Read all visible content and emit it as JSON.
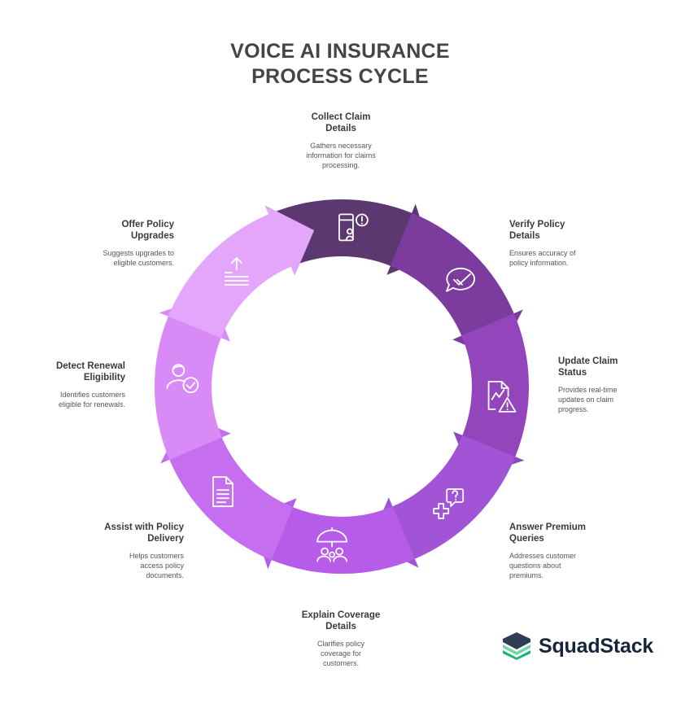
{
  "title": {
    "line1": "VOICE AI INSURANCE",
    "line2": "PROCESS CYCLE"
  },
  "steps": [
    {
      "title_line1": "Collect Claim",
      "title_line2": "Details",
      "desc": [
        "Gathers necessary",
        "information for claims",
        "processing."
      ],
      "icon": "mobile-alert-icon",
      "color": "#5b3970"
    },
    {
      "title_line1": "Verify Policy",
      "title_line2": "Details",
      "desc": [
        "Ensures accuracy of",
        "policy information."
      ],
      "icon": "check-bubble-icon",
      "color": "#7c3c9e"
    },
    {
      "title_line1": "Update Claim",
      "title_line2": "Status",
      "desc": [
        "Provides real-time",
        "updates on claim",
        "progress."
      ],
      "icon": "document-warning-icon",
      "color": "#9346bc"
    },
    {
      "title_line1": "Answer Premium",
      "title_line2": "Queries",
      "desc": [
        "Addresses customer",
        "questions about",
        "premiums."
      ],
      "icon": "medical-question-icon",
      "color": "#a254d6"
    },
    {
      "title_line1": "Explain Coverage",
      "title_line2": "Details",
      "desc": [
        "Clarifies policy",
        "coverage for",
        "customers."
      ],
      "icon": "umbrella-family-icon",
      "color": "#b75ce8"
    },
    {
      "title_line1": "Assist with Policy",
      "title_line2": "Delivery",
      "desc": [
        "Helps customers",
        "access policy",
        "documents."
      ],
      "icon": "document-icon",
      "color": "#c66ef0"
    },
    {
      "title_line1": "Detect Renewal",
      "title_line2": "Eligibility",
      "desc": [
        "Identifies customers",
        "eligible for renewals."
      ],
      "icon": "user-check-icon",
      "color": "#d88af7"
    },
    {
      "title_line1": "Offer Policy",
      "title_line2": "Upgrades",
      "desc": [
        "Suggests upgrades to",
        "eligible customers."
      ],
      "icon": "upgrade-arrow-icon",
      "color": "#e3a6fb"
    }
  ],
  "logo": {
    "brand": "SquadStack",
    "colors": [
      "#2f3f53",
      "#6fd6a6",
      "#21b47a"
    ]
  }
}
